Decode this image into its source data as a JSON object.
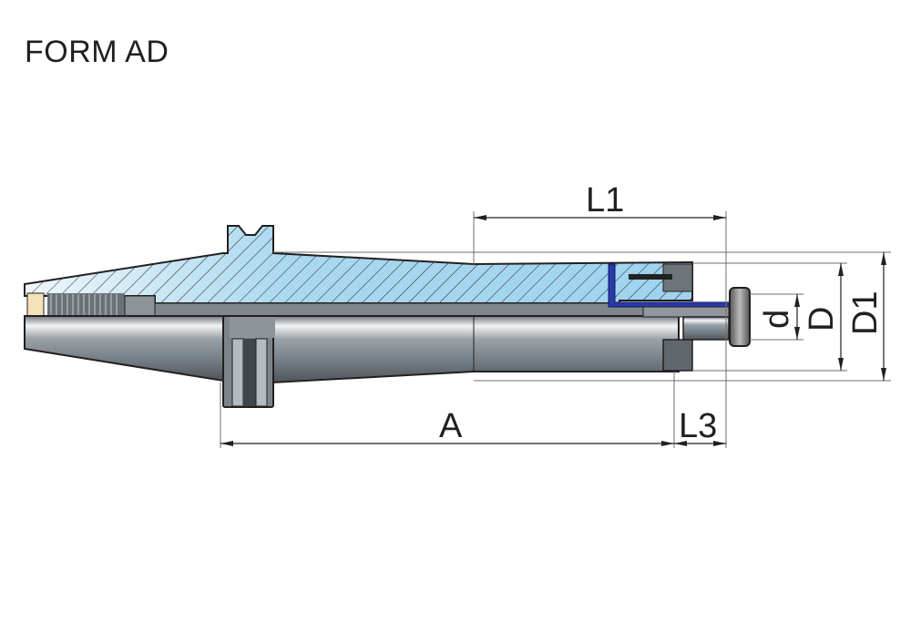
{
  "title": "FORM AD",
  "dimensions": {
    "L1": "L1",
    "A": "A",
    "L3": "L3",
    "d": "d",
    "D": "D",
    "D1": "D1"
  },
  "colors": {
    "section": "#a9d8ef",
    "steel": "#8a9299",
    "outline": "#231f20",
    "pin": "#2b3aa8"
  }
}
